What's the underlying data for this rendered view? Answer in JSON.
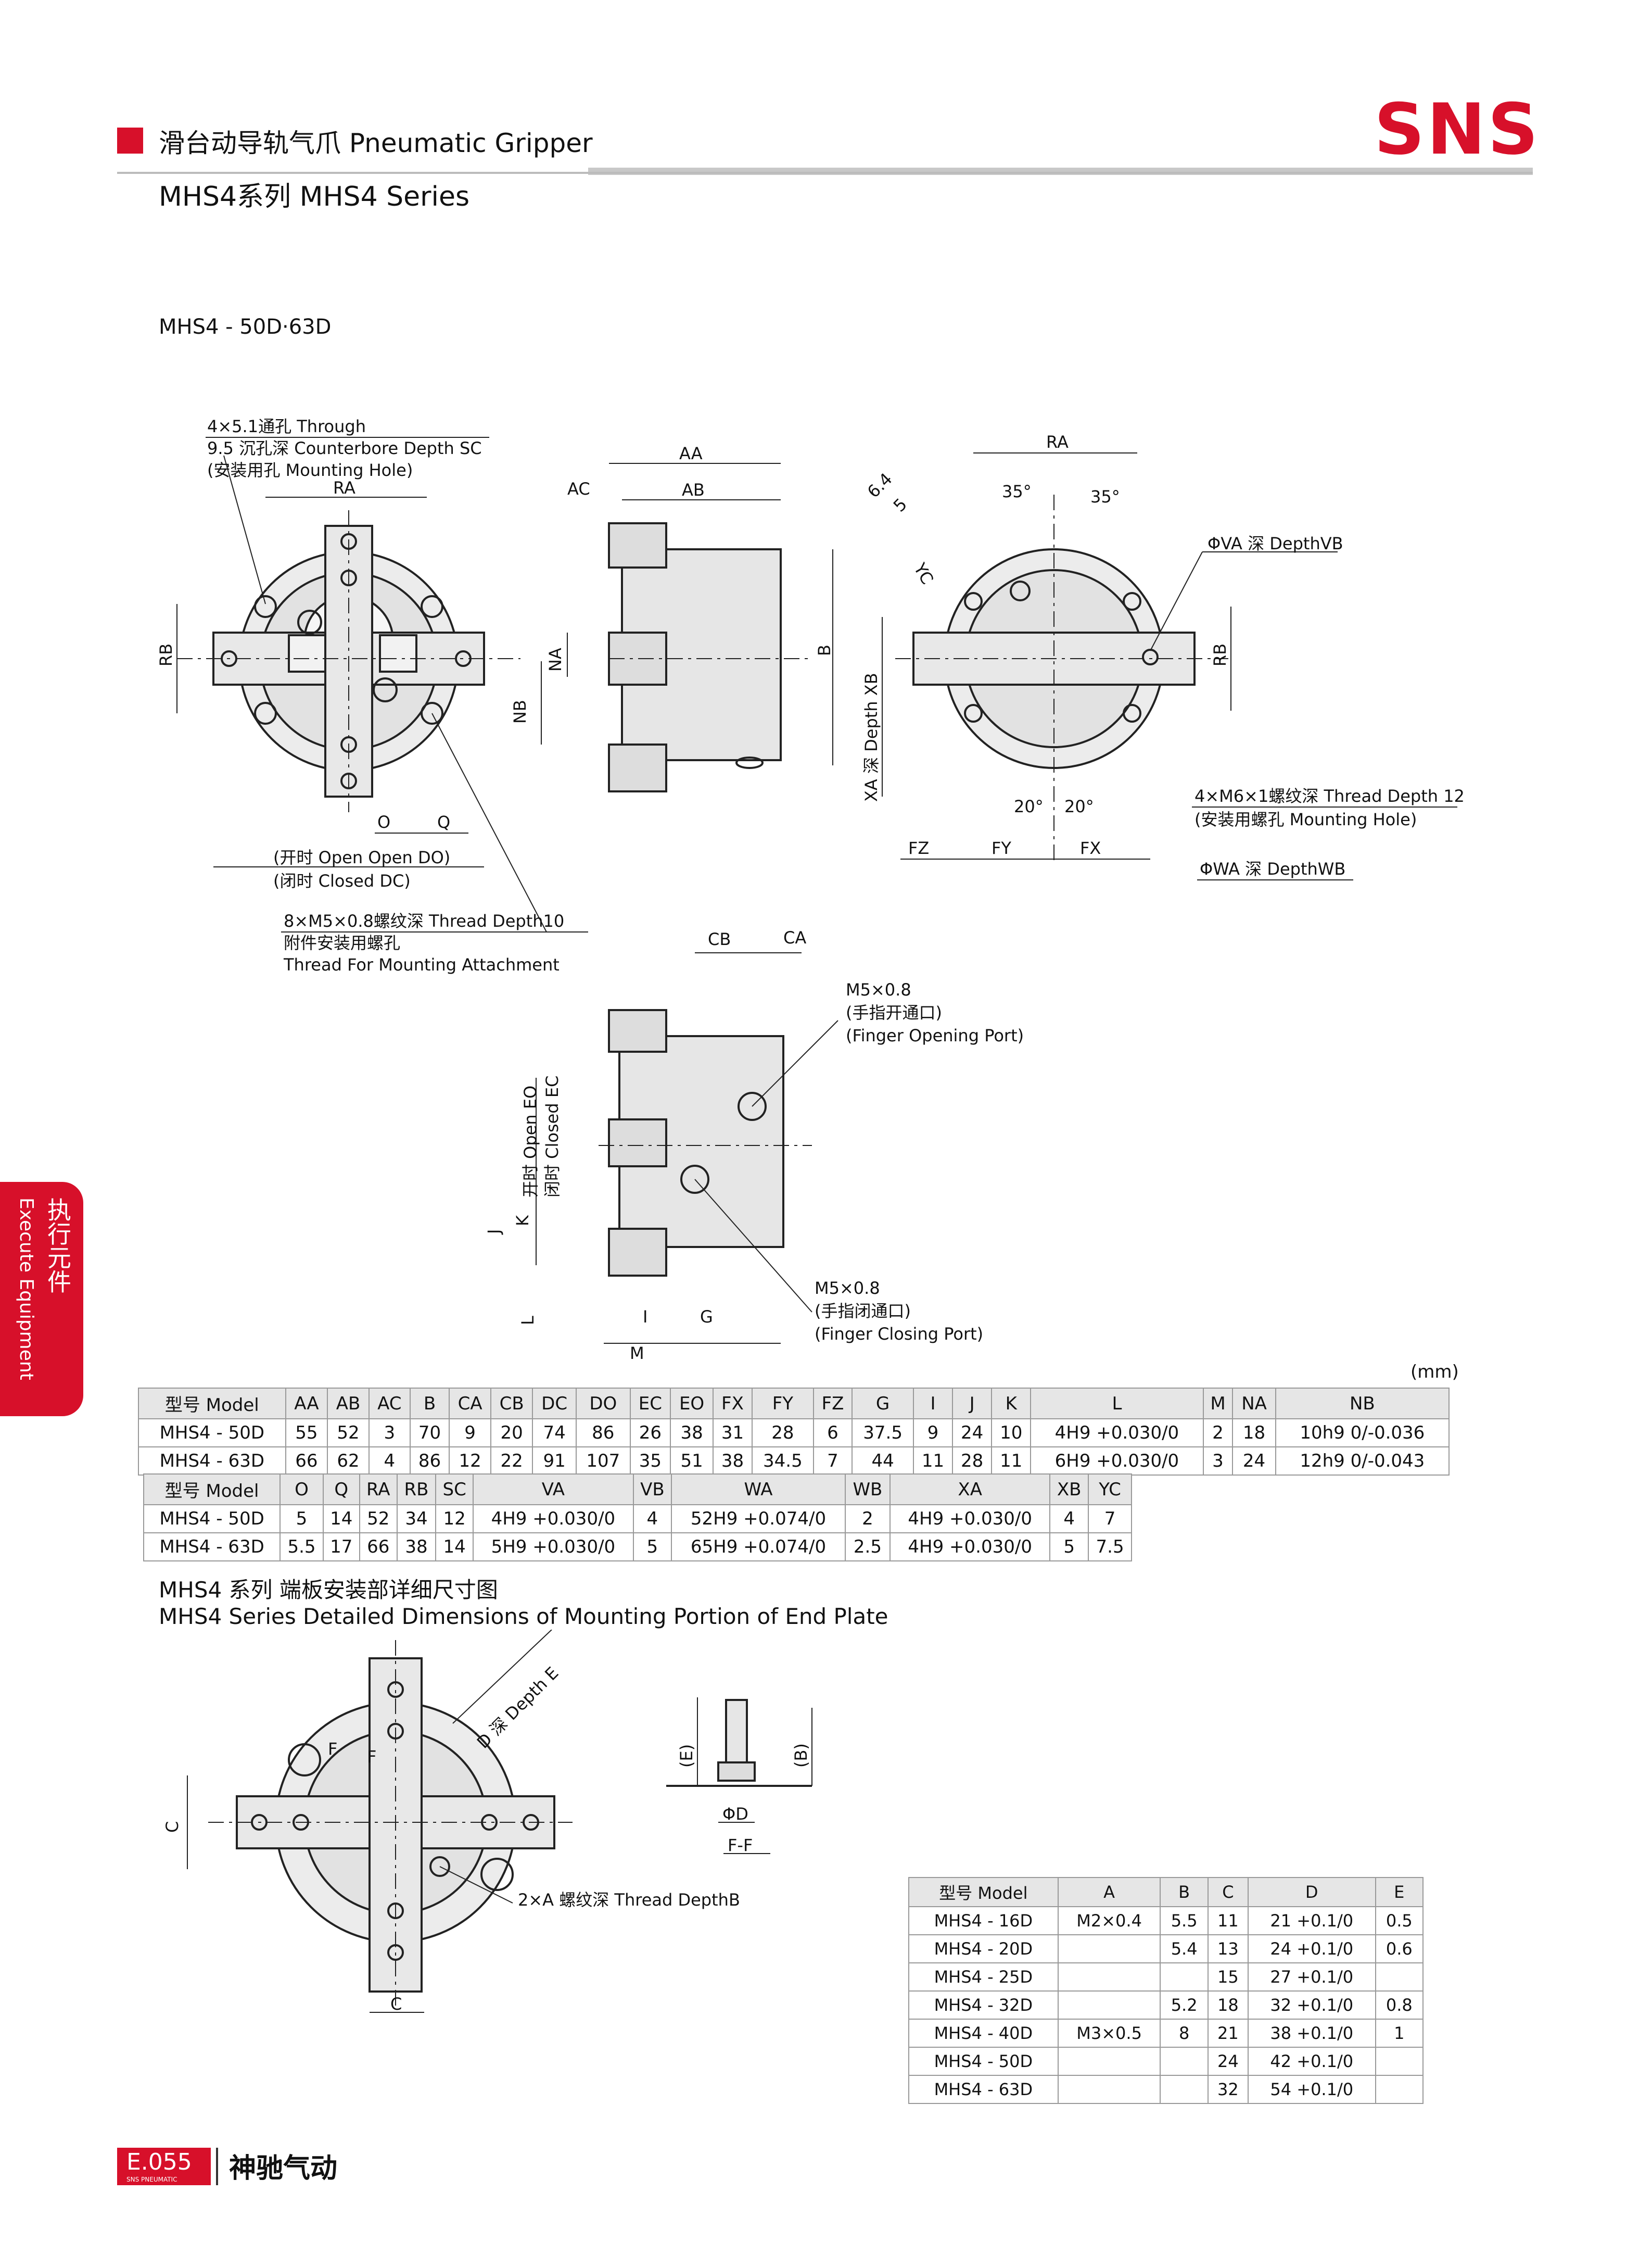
{
  "header": {
    "title": "滑台动导轨气爪 Pneumatic Gripper",
    "subtitle": "MHS4系列 MHS4 Series",
    "brand": "SNS"
  },
  "section1": {
    "model_title": "MHS4 - 50D·63D",
    "labels": {
      "through_hole": "4×5.1通孔 Through",
      "counterbore": "9.5 沉孔深 Counterbore Depth SC",
      "mounting_hole": "(安装用孔 Mounting Hole)",
      "open_do": "(开时 Open Open DO)",
      "closed_dc": "(闭时 Closed DC)",
      "thread_attach_1": "8×M5×0.8螺纹深 Thread Depth10",
      "thread_attach_2": "附件安装用螺孔",
      "thread_attach_3": "Thread For Mounting Attachment",
      "va_depth": "ΦVA 深 DepthVB",
      "wa_depth": "ΦWA 深 DepthWB",
      "m6_thread": "4×M6×1螺纹深 Thread Depth 12",
      "m6_mount": "(安装用螺孔 Mounting Hole)",
      "xa_depth": "XA 深 Depth XB",
      "m5_open_1": "M5×0.8",
      "m5_open_2": "(手指开通口)",
      "m5_open_3": "(Finger Opening Port)",
      "m5_close_1": "M5×0.8",
      "m5_close_2": "(手指闭通口)",
      "m5_close_3": "(Finger Closing Port)",
      "open_eo": "开时 Open EO",
      "closed_ec": "闭时 Closed EC",
      "dim_ra": "RA",
      "dim_rb": "RB",
      "dim_na": "NA",
      "dim_nb": "NB",
      "dim_o": "O",
      "dim_q": "Q",
      "dim_aa": "AA",
      "dim_ab": "AB",
      "dim_ac": "AC",
      "dim_b": "B",
      "dim_cb": "CB",
      "dim_ca": "CA",
      "dim_j": "J",
      "dim_k": "K",
      "dim_l": "L",
      "dim_i": "I",
      "dim_g": "G",
      "dim_m": "M",
      "dim_fz": "FZ",
      "dim_fy": "FY",
      "dim_fx": "FX",
      "dim_yc": "YC",
      "dim_64": "6.4",
      "dim_5": "5",
      "angle_35": "35°",
      "angle_20": "20°"
    }
  },
  "unit": "(mm)",
  "table1": {
    "headers": [
      "型号 Model",
      "AA",
      "AB",
      "AC",
      "B",
      "CA",
      "CB",
      "DC",
      "DO",
      "EC",
      "EO",
      "FX",
      "FY",
      "FZ",
      "G",
      "I",
      "J",
      "K",
      "L",
      "M",
      "NA",
      "NB"
    ],
    "rows": [
      [
        "MHS4 - 50D",
        "55",
        "52",
        "3",
        "70",
        "9",
        "20",
        "74",
        "86",
        "26",
        "38",
        "31",
        "28",
        "6",
        "37.5",
        "9",
        "24",
        "10",
        "4H9 +0.030/0",
        "2",
        "18",
        "10h9 0/-0.036"
      ],
      [
        "MHS4 - 63D",
        "66",
        "62",
        "4",
        "86",
        "12",
        "22",
        "91",
        "107",
        "35",
        "51",
        "38",
        "34.5",
        "7",
        "44",
        "11",
        "28",
        "11",
        "6H9 +0.030/0",
        "3",
        "24",
        "12h9 0/-0.043"
      ]
    ]
  },
  "table2": {
    "headers": [
      "型号 Model",
      "O",
      "Q",
      "RA",
      "RB",
      "SC",
      "VA",
      "VB",
      "WA",
      "WB",
      "XA",
      "XB",
      "YC"
    ],
    "rows": [
      [
        "MHS4 - 50D",
        "5",
        "14",
        "52",
        "34",
        "12",
        "4H9 +0.030/0",
        "4",
        "52H9 +0.074/0",
        "2",
        "4H9 +0.030/0",
        "4",
        "7"
      ],
      [
        "MHS4 - 63D",
        "5.5",
        "17",
        "66",
        "38",
        "14",
        "5H9 +0.030/0",
        "5",
        "65H9 +0.074/0",
        "2.5",
        "4H9 +0.030/0",
        "5",
        "7.5"
      ]
    ]
  },
  "section2": {
    "title": "MHS4 系列 端板安装部详细尺寸图",
    "subtitle": "MHS4 Series Detailed Dimensions of Mounting Portion of End Plate",
    "labels": {
      "d_depth_e": "D 深 Depth E",
      "thread_depth_b": "2×A 螺纹深 Thread DepthB",
      "dim_c": "C",
      "dim_f": "F",
      "dim_e": "(E)",
      "dim_b": "(B)",
      "dim_d": "ΦD",
      "section_ff": "F-F"
    }
  },
  "table3": {
    "headers": [
      "型号 Model",
      "A",
      "B",
      "C",
      "D",
      "E"
    ],
    "rows": [
      [
        "MHS4 - 16D",
        "M2×0.4",
        "5.5",
        "11",
        "21 +0.1/0",
        "0.5"
      ],
      [
        "MHS4 - 20D",
        "",
        "5.4",
        "13",
        "24 +0.1/0",
        "0.6"
      ],
      [
        "MHS4 - 25D",
        "",
        "",
        "15",
        "27 +0.1/0",
        ""
      ],
      [
        "MHS4 - 32D",
        "",
        "5.2",
        "18",
        "32 +0.1/0",
        "0.8"
      ],
      [
        "MHS4 - 40D",
        "M3×0.5",
        "8",
        "21",
        "38 +0.1/0",
        "1"
      ],
      [
        "MHS4 - 50D",
        "",
        "",
        "24",
        "42 +0.1/0",
        ""
      ],
      [
        "MHS4 - 63D",
        "",
        "",
        "32",
        "54 +0.1/0",
        ""
      ]
    ]
  },
  "side_tab": {
    "cn": "执行元件",
    "en": "Execute Equipment"
  },
  "footer": {
    "page": "E.055",
    "small": "SNS PNEUMATIC",
    "logo": "神驰气动"
  }
}
